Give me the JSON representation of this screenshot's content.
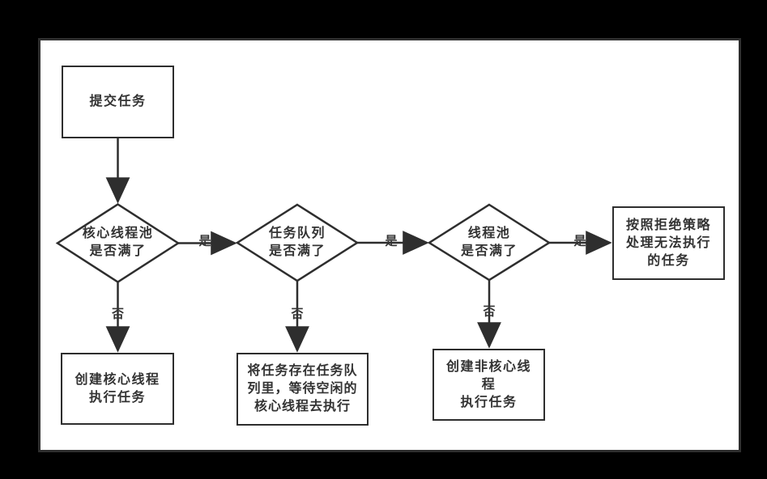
{
  "diagram": {
    "colors": {
      "page_bg": "#000000",
      "canvas_bg": "#ffffff",
      "line": "#2e2e2e",
      "text": "#333333"
    },
    "nodes": {
      "submit": {
        "label": "提交任务"
      },
      "core_pool_full": {
        "label": "核心线程池\n是否满了"
      },
      "task_queue_full": {
        "label": "任务队列\n是否满了"
      },
      "thread_pool_full": {
        "label": "线程池\n是否满了"
      },
      "reject_policy": {
        "label": "按照拒绝策略\n处理无法执行\n的任务"
      },
      "create_core_thread": {
        "label": "创建核心线程\n执行任务"
      },
      "store_in_queue": {
        "label": "将任务存在任务队\n列里，等待空闲的\n核心线程去执行"
      },
      "create_noncore_thread": {
        "label": "创建非核心线\n程\n执行任务"
      }
    },
    "edges": {
      "yes_label": "是",
      "no_label": "否"
    }
  }
}
